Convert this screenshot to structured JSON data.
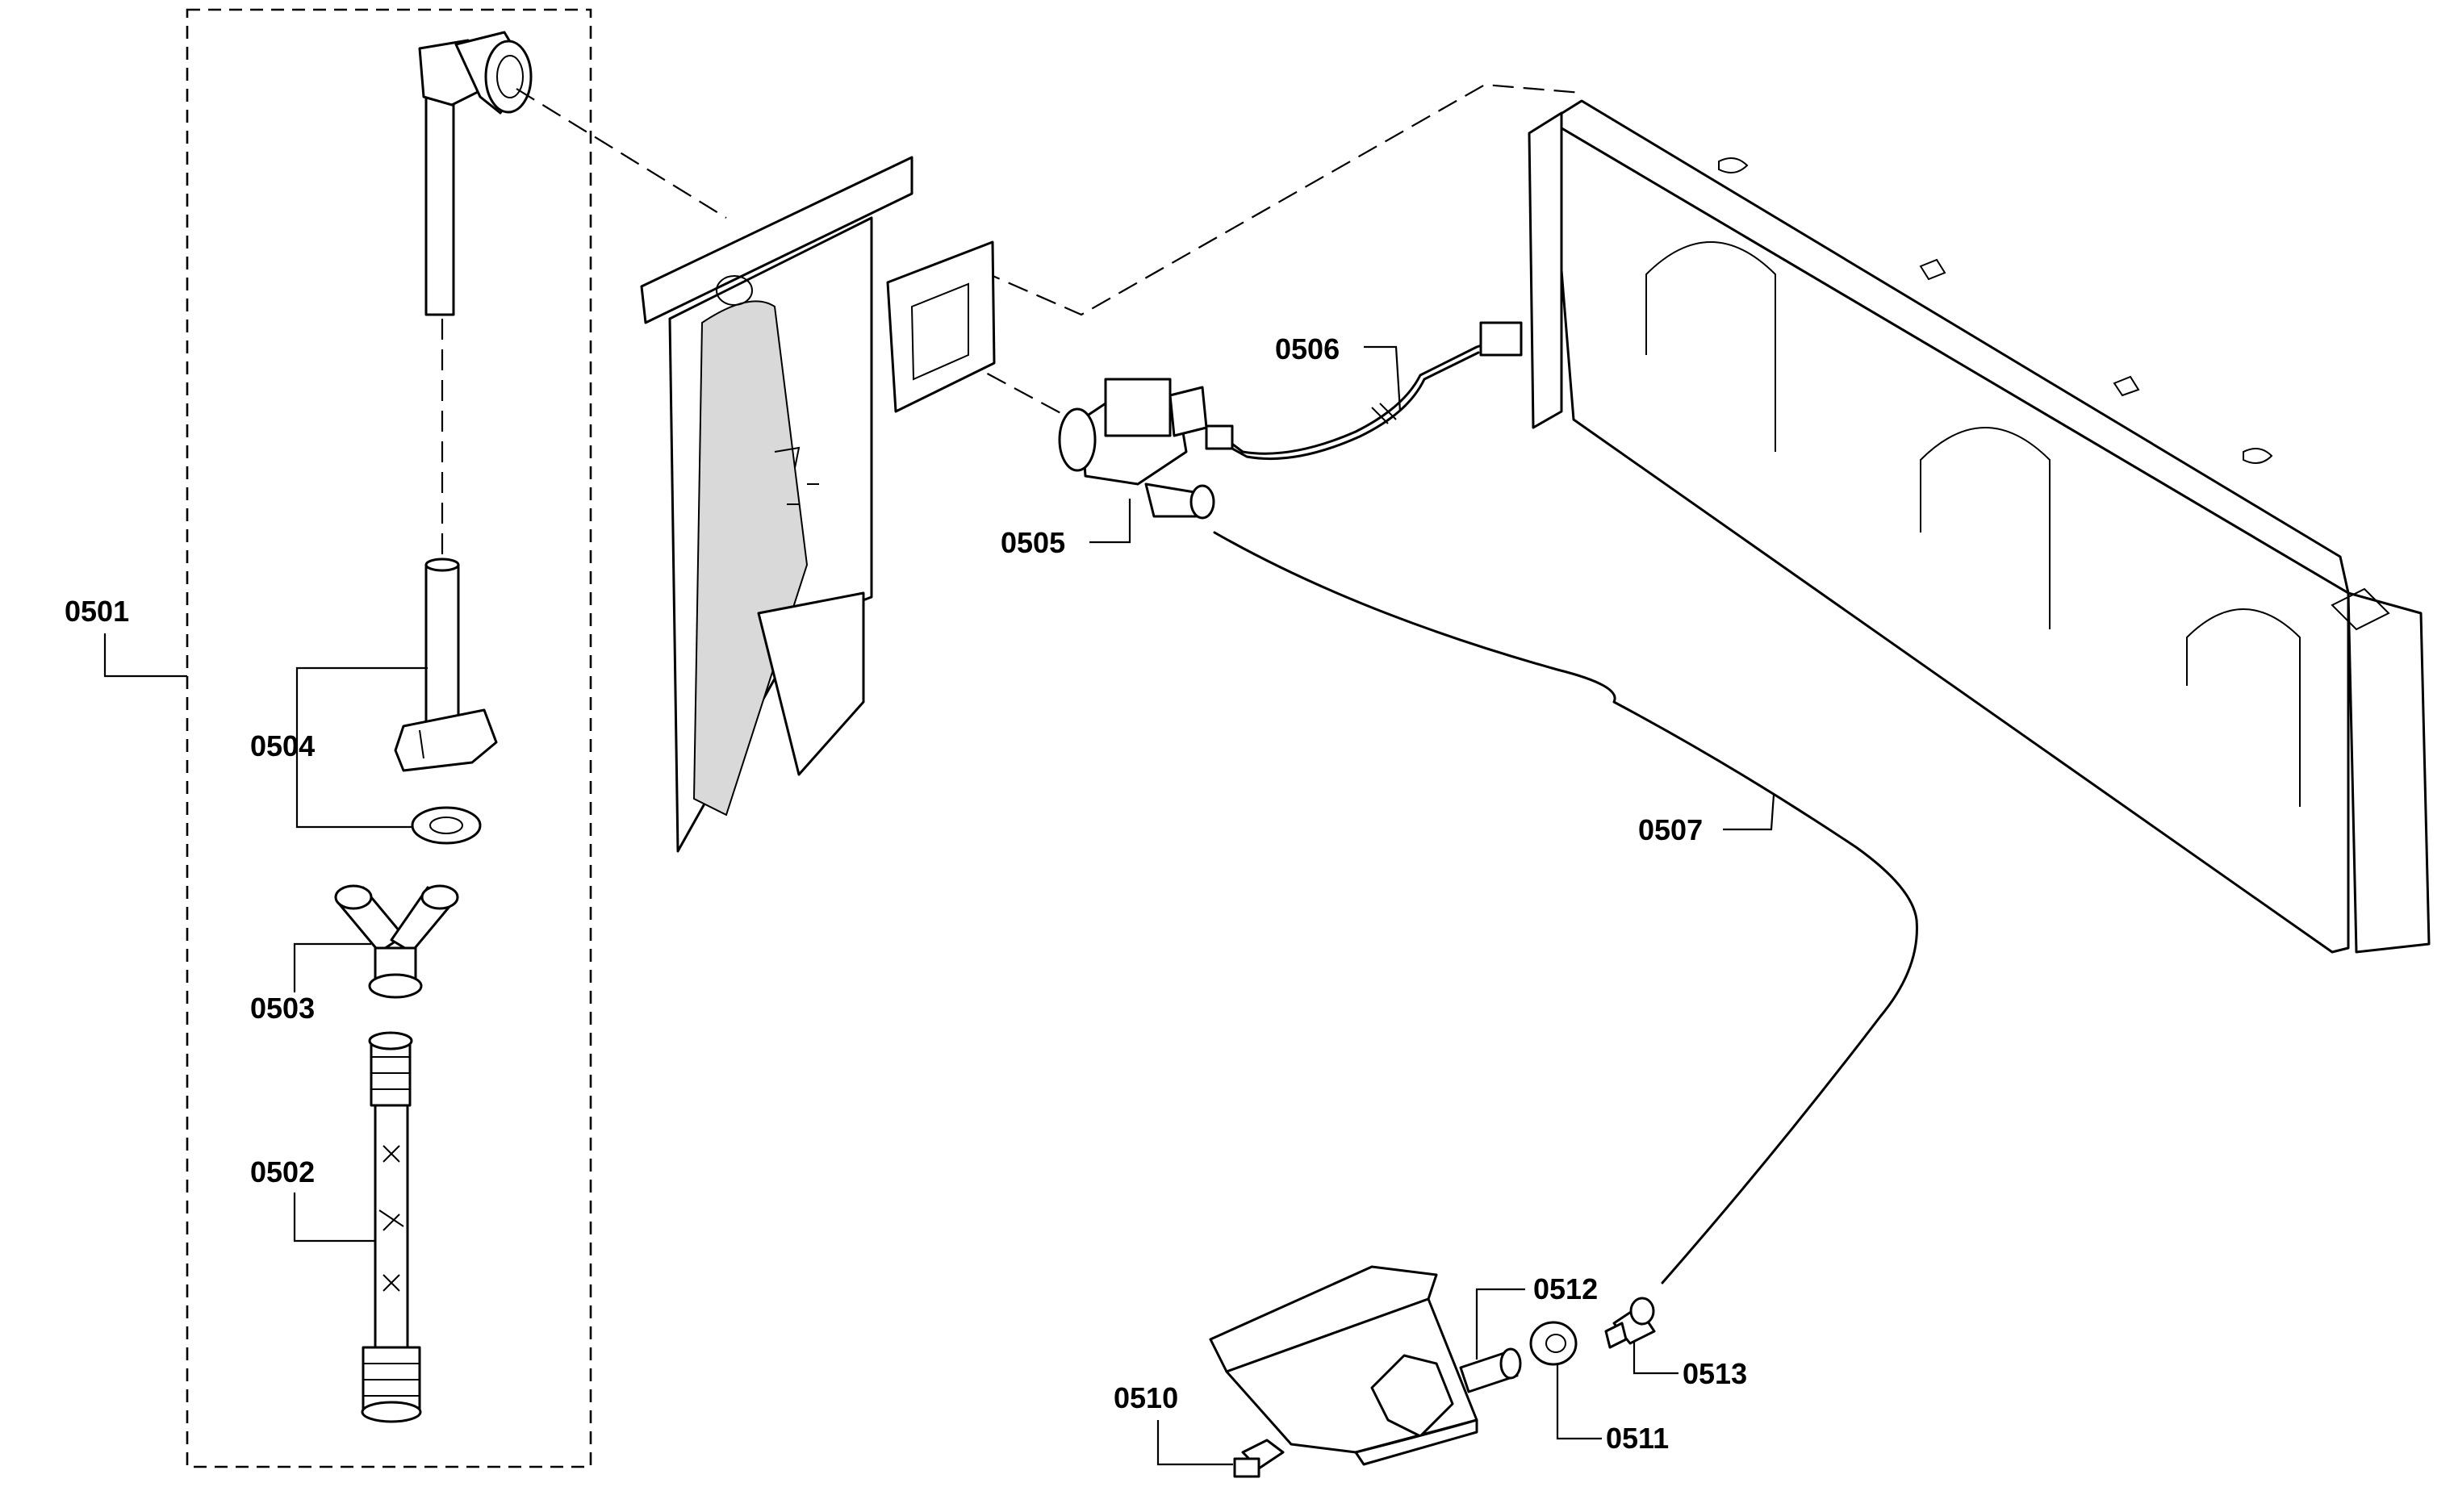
{
  "diagram": {
    "callouts": {
      "c0501": "0501",
      "c0502": "0502",
      "c0503": "0503",
      "c0504": "0504",
      "c0505": "0505",
      "c0506": "0506",
      "c0507": "0507",
      "c0510": "0510",
      "c0511": "0511",
      "c0512": "0512",
      "c0513": "0513"
    }
  }
}
